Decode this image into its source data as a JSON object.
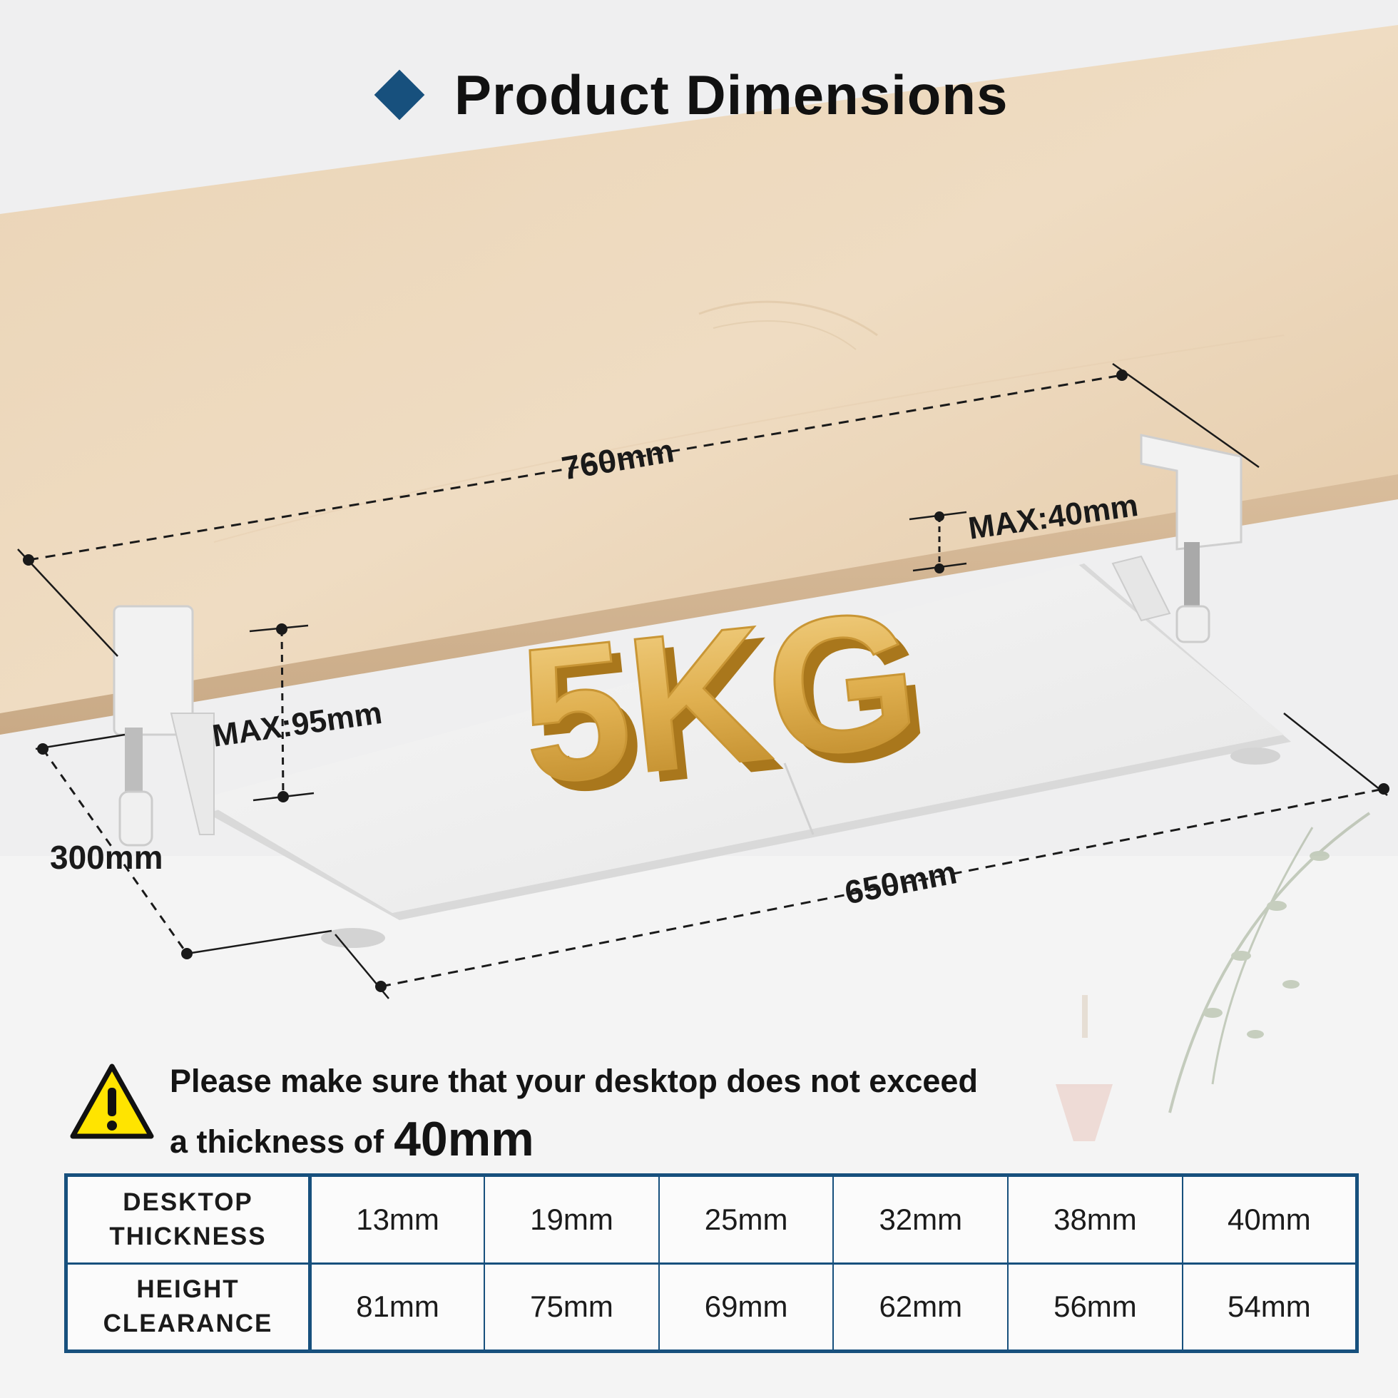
{
  "heading": {
    "title": "Product Dimensions",
    "accent_color": "#17507d",
    "icon": "diamond-icon"
  },
  "dimensions": {
    "desk_width": "760mm",
    "tray_width": "650mm",
    "tray_depth": "300mm",
    "max_desktop_thickness": "MAX:40mm",
    "max_height_clearance": "MAX:95mm",
    "load_capacity": "5KG"
  },
  "warning": {
    "icon": "warning-triangle-icon",
    "line1": "Please make sure that your desktop does not exceed",
    "line2_prefix": "a thickness of",
    "line2_value": "40mm"
  },
  "table": {
    "rows": [
      {
        "header": [
          "DESKTOP",
          "THICKNESS"
        ],
        "values": [
          "13mm",
          "19mm",
          "25mm",
          "32mm",
          "38mm",
          "40mm"
        ]
      },
      {
        "header": [
          "HEIGHT",
          "CLEARANCE"
        ],
        "values": [
          "81mm",
          "75mm",
          "69mm",
          "62mm",
          "56mm",
          "54mm"
        ]
      }
    ]
  }
}
